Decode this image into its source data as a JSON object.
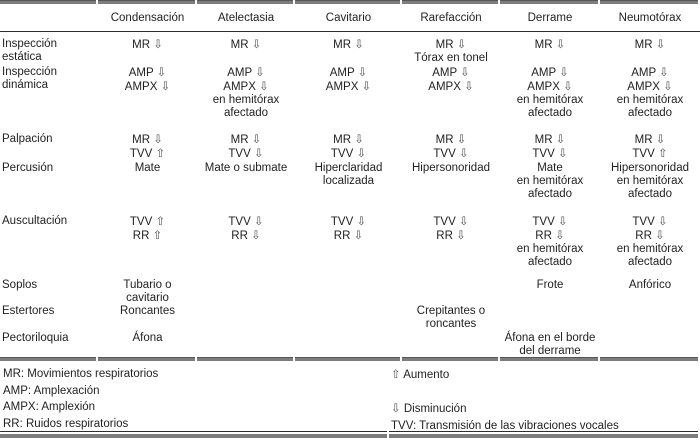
{
  "table": {
    "columns": [
      "",
      "Condensación",
      "Atelectasia",
      "Cavitario",
      "Rarefacción",
      "Derrame",
      "Neumotórax"
    ],
    "rows": [
      {
        "label": [
          "Inspección",
          "estática"
        ],
        "cells": [
          [
            "MR ⇩"
          ],
          [
            "MR ⇩"
          ],
          [
            "MR ⇩"
          ],
          [
            "MR ⇩",
            "Tórax en tonel"
          ],
          [
            "MR ⇩"
          ],
          [
            "MR ⇩"
          ]
        ]
      },
      {
        "label": [
          "Inspección",
          "dinámica"
        ],
        "cells": [
          [
            "AMP ⇩",
            "AMPX ⇩"
          ],
          [
            "AMP ⇩",
            "AMPX ⇩",
            "en hemitórax",
            "afectado"
          ],
          [
            "AMP ⇩",
            "AMPX ⇩"
          ],
          [
            "AMP ⇩",
            "AMPX ⇩"
          ],
          [
            "AMP ⇩",
            "AMPX ⇩",
            "en hemitórax",
            "afectado"
          ],
          [
            "AMP ⇩",
            "AMPX ⇩",
            "en hemitórax",
            "afectado"
          ]
        ]
      },
      {
        "label": [
          "Palpación"
        ],
        "cells": [
          [
            "MR ⇩",
            "TVV ⇧"
          ],
          [
            "MR ⇩",
            "TVV ⇩"
          ],
          [
            "MR ⇩",
            "TVV ⇩"
          ],
          [
            "MR ⇩",
            "TVV ⇩"
          ],
          [
            "MR ⇩",
            "TVV ⇩"
          ],
          [
            "MR ⇩",
            "TVV ⇧"
          ]
        ]
      },
      {
        "label": [
          "Percusión"
        ],
        "cells": [
          [
            "Mate"
          ],
          [
            "Mate o submate"
          ],
          [
            "Hiperclaridad",
            "localizada"
          ],
          [
            "Hipersonoridad"
          ],
          [
            "Mate",
            "en hemitórax",
            "afectado"
          ],
          [
            "Hipersonoridad",
            "en hemitórax",
            "afectado"
          ]
        ]
      },
      {
        "label": [
          "Auscultación"
        ],
        "cells": [
          [
            "TVV ⇧",
            "RR ⇧"
          ],
          [
            "TVV ⇩",
            "RR ⇩"
          ],
          [
            "TVV ⇩",
            "RR ⇩"
          ],
          [
            "TVV ⇩",
            "RR ⇩"
          ],
          [
            "TVV ⇩",
            "RR ⇩",
            "en hemitórax",
            "afectado"
          ],
          [
            "TVV ⇩",
            "RR ⇩",
            "en hemitórax",
            "afectado"
          ]
        ]
      },
      {
        "label": [
          "Soplos"
        ],
        "cells": [
          [
            "Tubario o",
            "cavitario"
          ],
          [],
          [],
          [],
          [
            "Frote"
          ],
          [
            "Anfórico"
          ]
        ]
      },
      {
        "label": [
          "Estertores"
        ],
        "cells": [
          [
            "Roncantes"
          ],
          [],
          [],
          [
            "Crepitantes o",
            "roncantes"
          ],
          [],
          []
        ]
      },
      {
        "label": [
          "Pectoriloquia"
        ],
        "cells": [
          [
            "Áfona"
          ],
          [],
          [],
          [],
          [
            "Áfona en el borde",
            "del derrame"
          ],
          []
        ]
      }
    ]
  },
  "legend": {
    "left": [
      "MR: Movimientos respiratorios",
      "AMP: Amplexación",
      "AMPX: Amplexión",
      "RR: Ruidos respiratorios"
    ],
    "right": [
      "⇧  Aumento",
      "",
      "⇩  Disminución",
      "TVV: Transmisión de las vibraciones vocales"
    ]
  },
  "colors": {
    "text": "#1f1f1f",
    "thick_rule": "#7d7d7d",
    "thin_rule": "#2e2e2e",
    "arrow": "#4c4c4c"
  }
}
